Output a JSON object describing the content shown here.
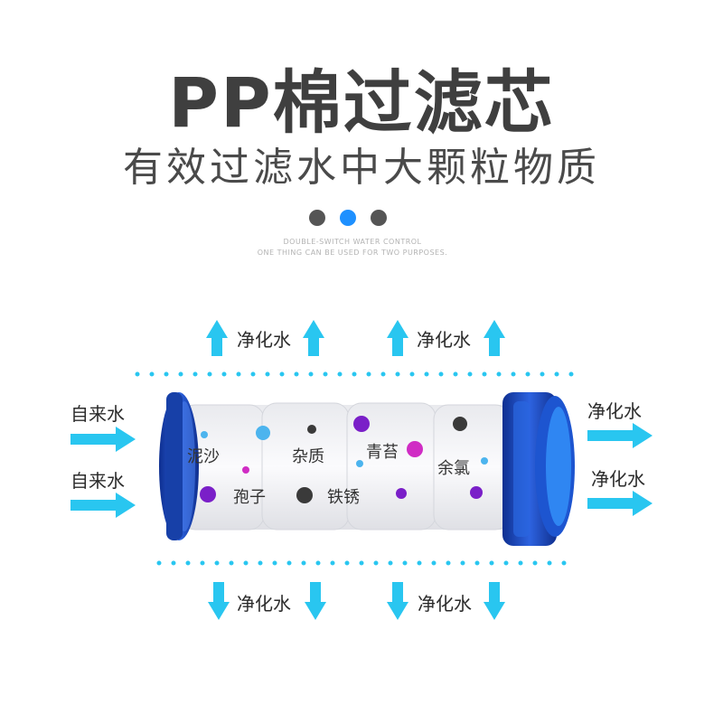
{
  "title": "PP棉过滤芯",
  "subtitle": "有效过滤水中大颗粒物质",
  "dots": [
    {
      "name": "gray-dot-left",
      "color": "#555555"
    },
    {
      "name": "blue-dot-center",
      "color": "#1e90ff"
    },
    {
      "name": "gray-dot-right",
      "color": "#555555"
    }
  ],
  "tagline": [
    "DOUBLE-SWITCH WATER CONTROL",
    "ONE THING CAN BE USED FOR TWO PURPOSES."
  ],
  "labels": {
    "tap_water": "自来水",
    "clean_water": "净化水"
  },
  "impurities": [
    "泥沙",
    "孢子",
    "杂质",
    "铁锈",
    "青苔",
    "余氯"
  ],
  "colors": {
    "arrow": "#29c6f0",
    "cap": "#1848b8",
    "particle_purple": "#7a1fc8",
    "particle_magenta": "#d02cc4",
    "particle_dark": "#3a3a3a",
    "particle_blue": "#4cb4ee"
  }
}
